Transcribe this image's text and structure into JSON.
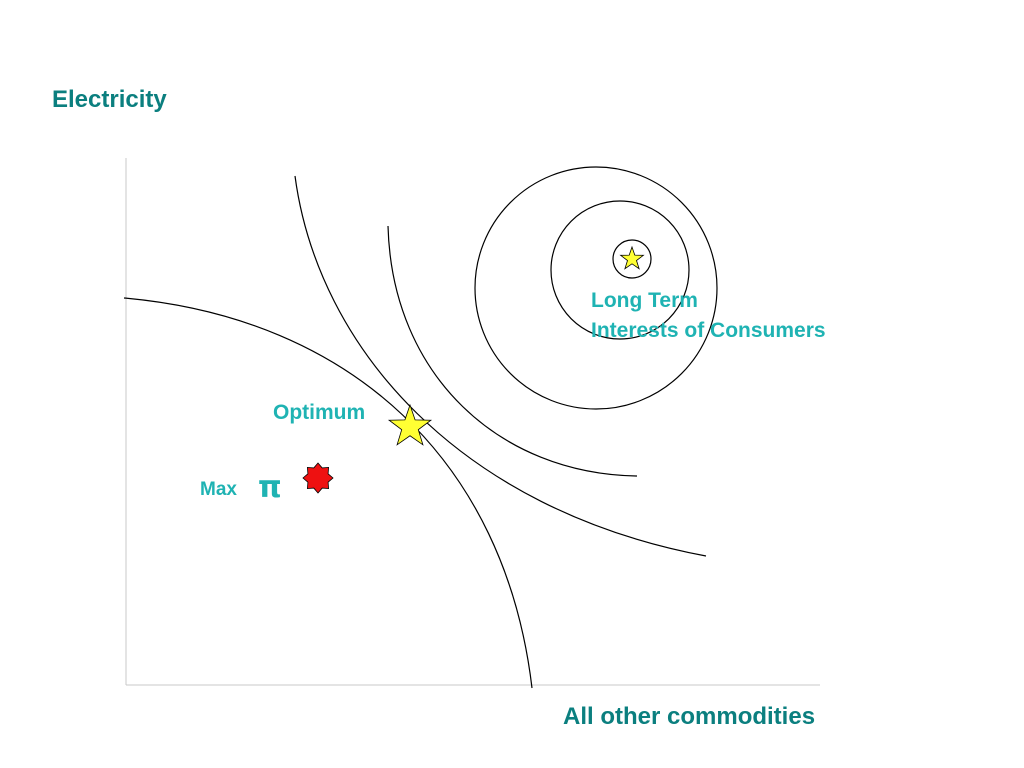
{
  "labels": {
    "y_axis": "Electricity",
    "x_axis": "All other commodities",
    "long_term_line1": "Long Term",
    "long_term_line2": "Interests of Consumers",
    "optimum": "Optimum",
    "max": "Max",
    "pi": "π"
  },
  "colors": {
    "axis_title": "#0b7f7f",
    "annotation": "#1fb3b3",
    "star_fill": "#ffff33",
    "profit_marker": "#ee1111",
    "curve": "#000000",
    "axis_line": "#c8c8c8"
  },
  "icons": {
    "optimum_marker": "star",
    "long_term_marker": "star",
    "profit_marker": "eight-point-star"
  }
}
